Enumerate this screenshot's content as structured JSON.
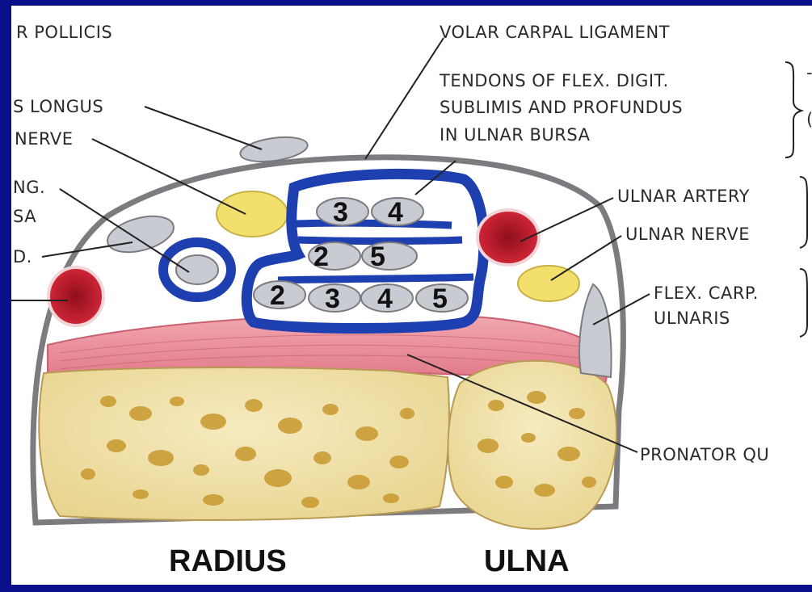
{
  "labels": {
    "volar_carpal_ligament": "VOLAR CARPAL LIGAMENT",
    "tendons_line1": "TENDONS OF FLEX. DIGIT.",
    "tendons_line2": "SUBLIMIS AND PROFUNDUS",
    "tendons_line3": "IN ULNAR BURSA",
    "ulnar_artery": "ULNAR ARTERY",
    "ulnar_nerve": "ULNAR NERVE",
    "flex_carp_line1": "FLEX. CARP.",
    "flex_carp_line2": "ULNARIS",
    "pronator": "PRONATOR QU",
    "left_pollicis": "R POLLICIS",
    "left_longus": "S LONGUS",
    "left_nerve": "NERVE",
    "left_ng": "NG.",
    "left_sa": "SA",
    "left_d": "D.",
    "radius": "RADIUS",
    "ulna": "ULNA"
  },
  "tendon_numbers": {
    "row1": [
      "3",
      "4"
    ],
    "row2": [
      "2",
      "5"
    ],
    "row3": [
      "2",
      "3",
      "4",
      "5"
    ]
  },
  "colors": {
    "frame": "#0a0f8c",
    "bursa_blue": "#1e3fb0",
    "artery_red": "#c41a2a",
    "nerve_yellow": "#f3df6c",
    "muscle_pink": "#e88a96",
    "bone": "#f1e2a8"
  }
}
